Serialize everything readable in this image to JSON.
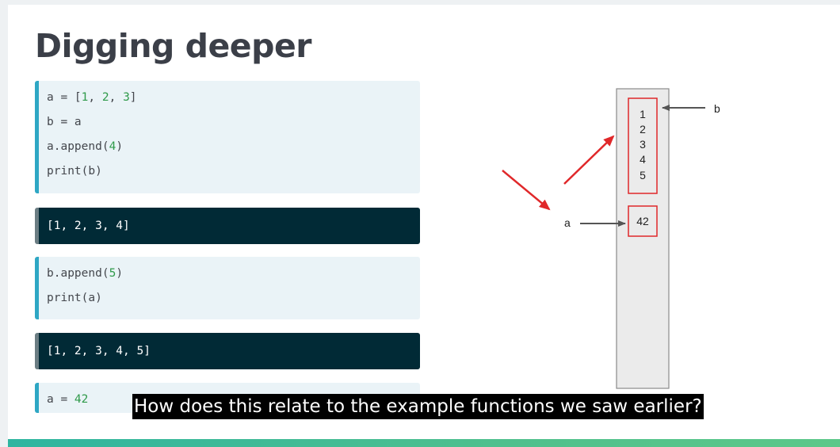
{
  "slide": {
    "title": "Digging deeper"
  },
  "code_cells": [
    {
      "lines": [
        [
          {
            "t": "a = ["
          },
          {
            "t": "1",
            "n": 1
          },
          {
            "t": ", "
          },
          {
            "t": "2",
            "n": 1
          },
          {
            "t": ", "
          },
          {
            "t": "3",
            "n": 1
          },
          {
            "t": "]"
          }
        ],
        [
          {
            "t": "b = a"
          }
        ],
        [
          {
            "t": "a.append("
          },
          {
            "t": "4",
            "n": 1
          },
          {
            "t": ")"
          }
        ],
        [
          {
            "t": "print(b)"
          }
        ]
      ]
    },
    {
      "lines": [
        [
          {
            "t": "b.append("
          },
          {
            "t": "5",
            "n": 1
          },
          {
            "t": ")"
          }
        ],
        [
          {
            "t": "print(a)"
          }
        ]
      ]
    },
    {
      "lines": [
        [
          {
            "t": "a = "
          },
          {
            "t": "42",
            "n": 1
          }
        ]
      ]
    }
  ],
  "outputs": [
    "[1, 2, 3, 4]",
    "[1, 2, 3, 4, 5]"
  ],
  "diagram": {
    "list_values": [
      "1",
      "2",
      "3",
      "4",
      "5"
    ],
    "int_value": "42",
    "label_a": "a",
    "label_b": "b"
  },
  "caption": "How does this relate to the example functions we saw earlier?",
  "colors": {
    "code_bg": "#eaf3f7",
    "code_accent": "#2ea7c4",
    "output_bg": "#012a36",
    "number": "#2f9a4a",
    "highlight_red": "#e0282a",
    "bottom_bar": "#4fc08d"
  }
}
